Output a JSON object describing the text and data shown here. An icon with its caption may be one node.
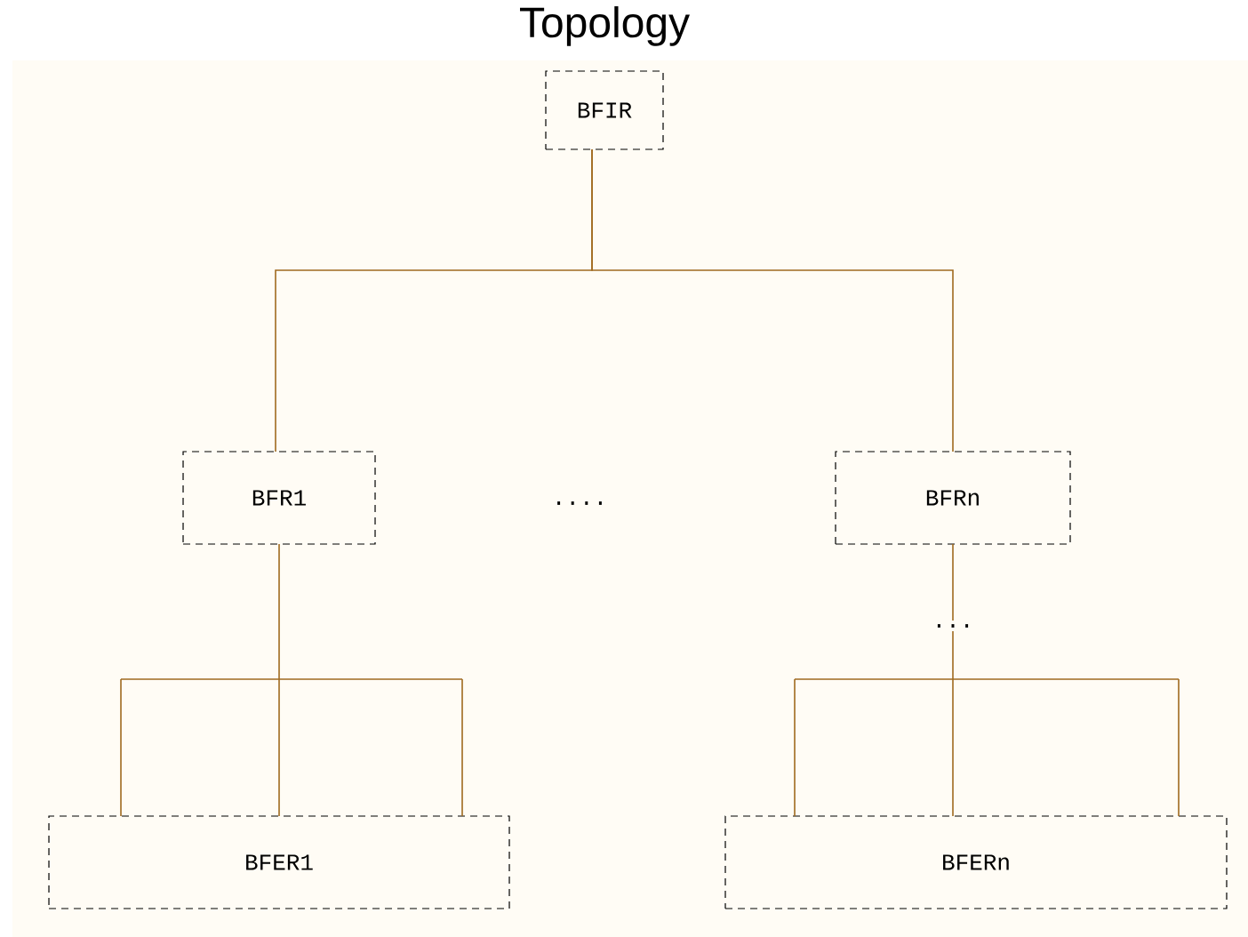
{
  "diagram": {
    "title": "Topology",
    "nodes": [
      {
        "text": [
          "BFIR"
        ]
      },
      {
        "text": [
          "BFR1"
        ]
      },
      {
        "text": [
          "BFRn"
        ]
      },
      {
        "text": [
          "BFER1"
        ]
      },
      {
        "text": [
          "BFERn"
        ]
      }
    ],
    "edges": [
      {
        "from": 0,
        "to": 1,
        "arrow": "none"
      },
      {
        "from": 0,
        "to": 2,
        "arrow": "none"
      },
      {
        "from": 1,
        "to": 3,
        "arrow": "none"
      },
      {
        "from": 2,
        "to": 4,
        "arrow": "none",
        "label": "..."
      }
    ],
    "labels": [
      "...."
    ]
  }
}
